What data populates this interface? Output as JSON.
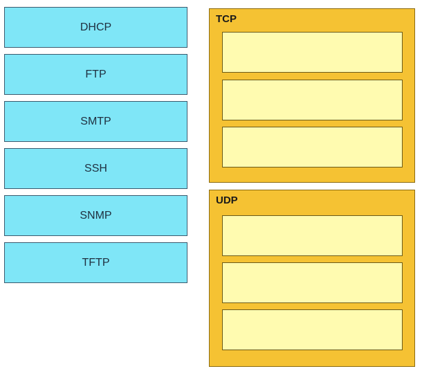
{
  "protocols": [
    {
      "label": "DHCP"
    },
    {
      "label": "FTP"
    },
    {
      "label": "SMTP"
    },
    {
      "label": "SSH"
    },
    {
      "label": "SNMP"
    },
    {
      "label": "TFTP"
    }
  ],
  "targets": {
    "tcp": {
      "title": "TCP",
      "slot_count": 3
    },
    "udp": {
      "title": "UDP",
      "slot_count": 3
    }
  },
  "colors": {
    "source_fill": "#7fe6f7",
    "target_group_fill": "#f5c233",
    "drop_slot_fill": "#fffbb0"
  }
}
